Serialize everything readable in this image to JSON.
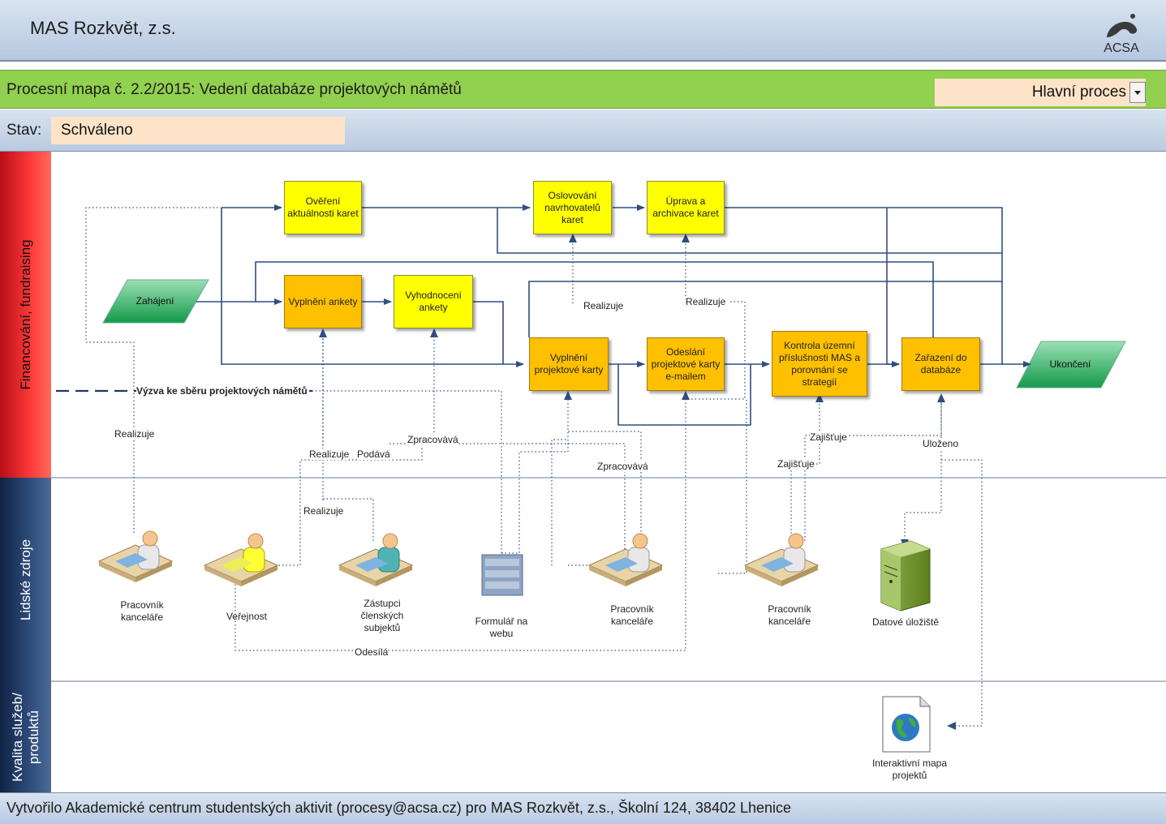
{
  "header": {
    "org_name": "MAS Rozkvět, z.s.",
    "logo_text": "ACSA"
  },
  "titlebar": {
    "map_title": "Procesní mapa č. 2.2/2015: Vedení databáze projektových námětů",
    "process_type": "Hlavní proces"
  },
  "status": {
    "label": "Stav:",
    "value": "Schváleno"
  },
  "lanes": [
    {
      "title": "Financování, fundraising"
    },
    {
      "title": "Lidské zdroje"
    },
    {
      "title_line1": "Kvalita služeb/",
      "title_line2": "produktů"
    }
  ],
  "steps": {
    "start": "Zahájení",
    "end": "Ukončení",
    "overeni": "Ověření aktuálnosti karet",
    "osloveni": "Oslovování navrhovatelů karet",
    "uprava": "Úprava a archivace karet",
    "vyplneni_ankety": "Vyplnění ankety",
    "vyhodnoceni": "Vyhodnocení ankety",
    "vyplneni_karty": "Vyplnění projektové karty",
    "odeslani": "Odeslání projektové karty e-mailem",
    "kontrola": "Kontrola územní příslušnosti MAS a porovnání se strategií",
    "zarazeni": "Zařazení do databáze"
  },
  "event_label": "Výzva ke sběru projektových námětů",
  "relations": {
    "realizuje_1": "Realizuje",
    "realizuje_2": "Realizuje",
    "realizuje_3": "Realizuje",
    "realizuje_4": "Realizuje",
    "realizuje_5": "Realizuje",
    "podava": "Podává",
    "zpracovava_1": "Zpracovává",
    "zpracovava_2": "Zpracovává",
    "zajistuje_1": "Zajišťuje",
    "zajistuje_2": "Zajišťuje",
    "ulozeno": "Uloženo",
    "odesila": "Odesílá"
  },
  "actors": {
    "pracovnik_1": "Pracovník kanceláře",
    "verejnost": "Veřejnost",
    "zastupci": "Zástupci členských subjektů",
    "formular": "Formulář na webu",
    "pracovnik_2": "Pracovník kanceláře",
    "pracovnik_3": "Pracovník kanceláře",
    "ulozeni": "Datové úložiště",
    "mapa": "Interaktivní mapa projektů"
  },
  "footer": {
    "text": "Vytvořilo Akademické centrum studentských aktivit (procesy@acsa.cz) pro MAS Rozkvět, z.s., Školní 124, 38402 Lhenice"
  },
  "colors": {
    "process_yellow": "#ffff00",
    "process_orange": "#ffc000",
    "flow_line": "#2f4f80",
    "title_green": "#92d050",
    "lane_red": "#ff3a3a",
    "lane_navy": "#2f4d7c"
  }
}
